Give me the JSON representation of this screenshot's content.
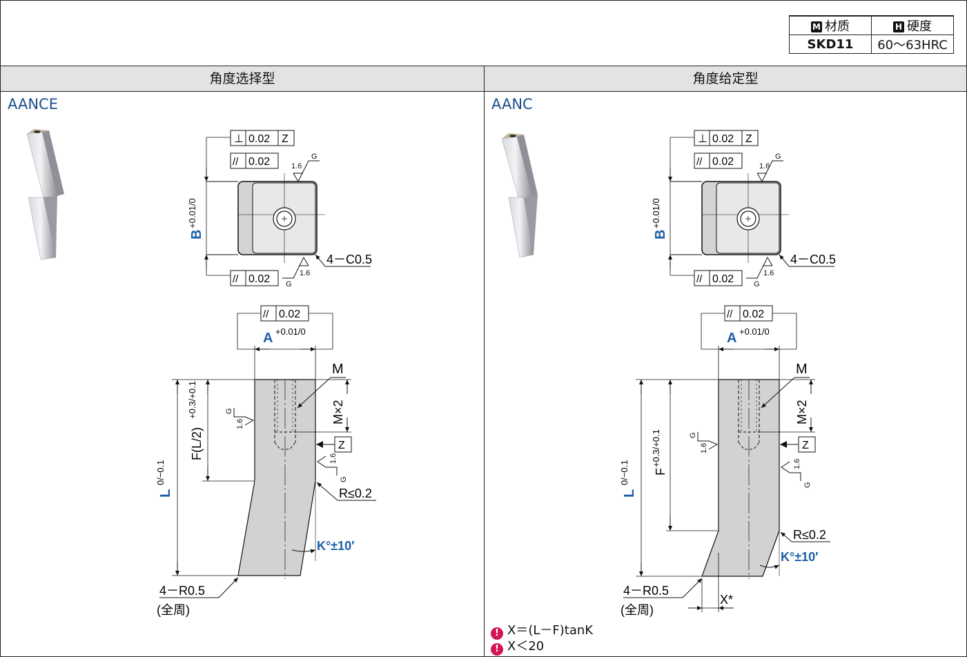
{
  "spec_table": {
    "material_header": "材质",
    "material_badge": "M",
    "hardness_header": "硬度",
    "hardness_badge": "H",
    "material_value": "SKD11",
    "hardness_value": "60～63HRC"
  },
  "panels": [
    {
      "header": "角度选择型",
      "code": "AANCE",
      "tol_perp": "0.02",
      "datum_z": "Z",
      "tol_par": "0.02",
      "roughness": "1.6",
      "finish": "G",
      "dim_b": "B",
      "dim_b_tol": "+0.01/0",
      "chamfer": "4－C0.5",
      "dim_a": "A",
      "dim_a_tol": "+0.01/0",
      "thread": "M",
      "thread_depth": "M×2",
      "dim_f": "F(L/2)",
      "dim_f_tol": "+0.3/+0.1",
      "dim_l": "L",
      "dim_l_tol": "0/−0.1",
      "radius": "R≤0.2",
      "angle": "K°±10′",
      "corner_r": "4－R0.5",
      "corner_r_note": "(全周)"
    },
    {
      "header": "角度给定型",
      "code": "AANC",
      "tol_perp": "0.02",
      "datum_z": "Z",
      "tol_par": "0.02",
      "roughness": "1.6",
      "finish": "G",
      "dim_b": "B",
      "dim_b_tol": "+0.01/0",
      "chamfer": "4－C0.5",
      "dim_a": "A",
      "dim_a_tol": "+0.01/0",
      "thread": "M",
      "thread_depth": "M×2",
      "dim_f": "F",
      "dim_f_tol": "+0.3/+0.1",
      "dim_l": "L",
      "dim_l_tol": "0/−0.1",
      "radius": "R≤0.2",
      "angle": "K°±10′",
      "corner_r": "4－R0.5",
      "corner_r_note": "(全周)",
      "x_dim": "X*"
    }
  ],
  "notes": [
    {
      "icon": "!",
      "text": "X＝(L－F)tanK"
    },
    {
      "icon": "!",
      "text": "X＜20"
    }
  ]
}
